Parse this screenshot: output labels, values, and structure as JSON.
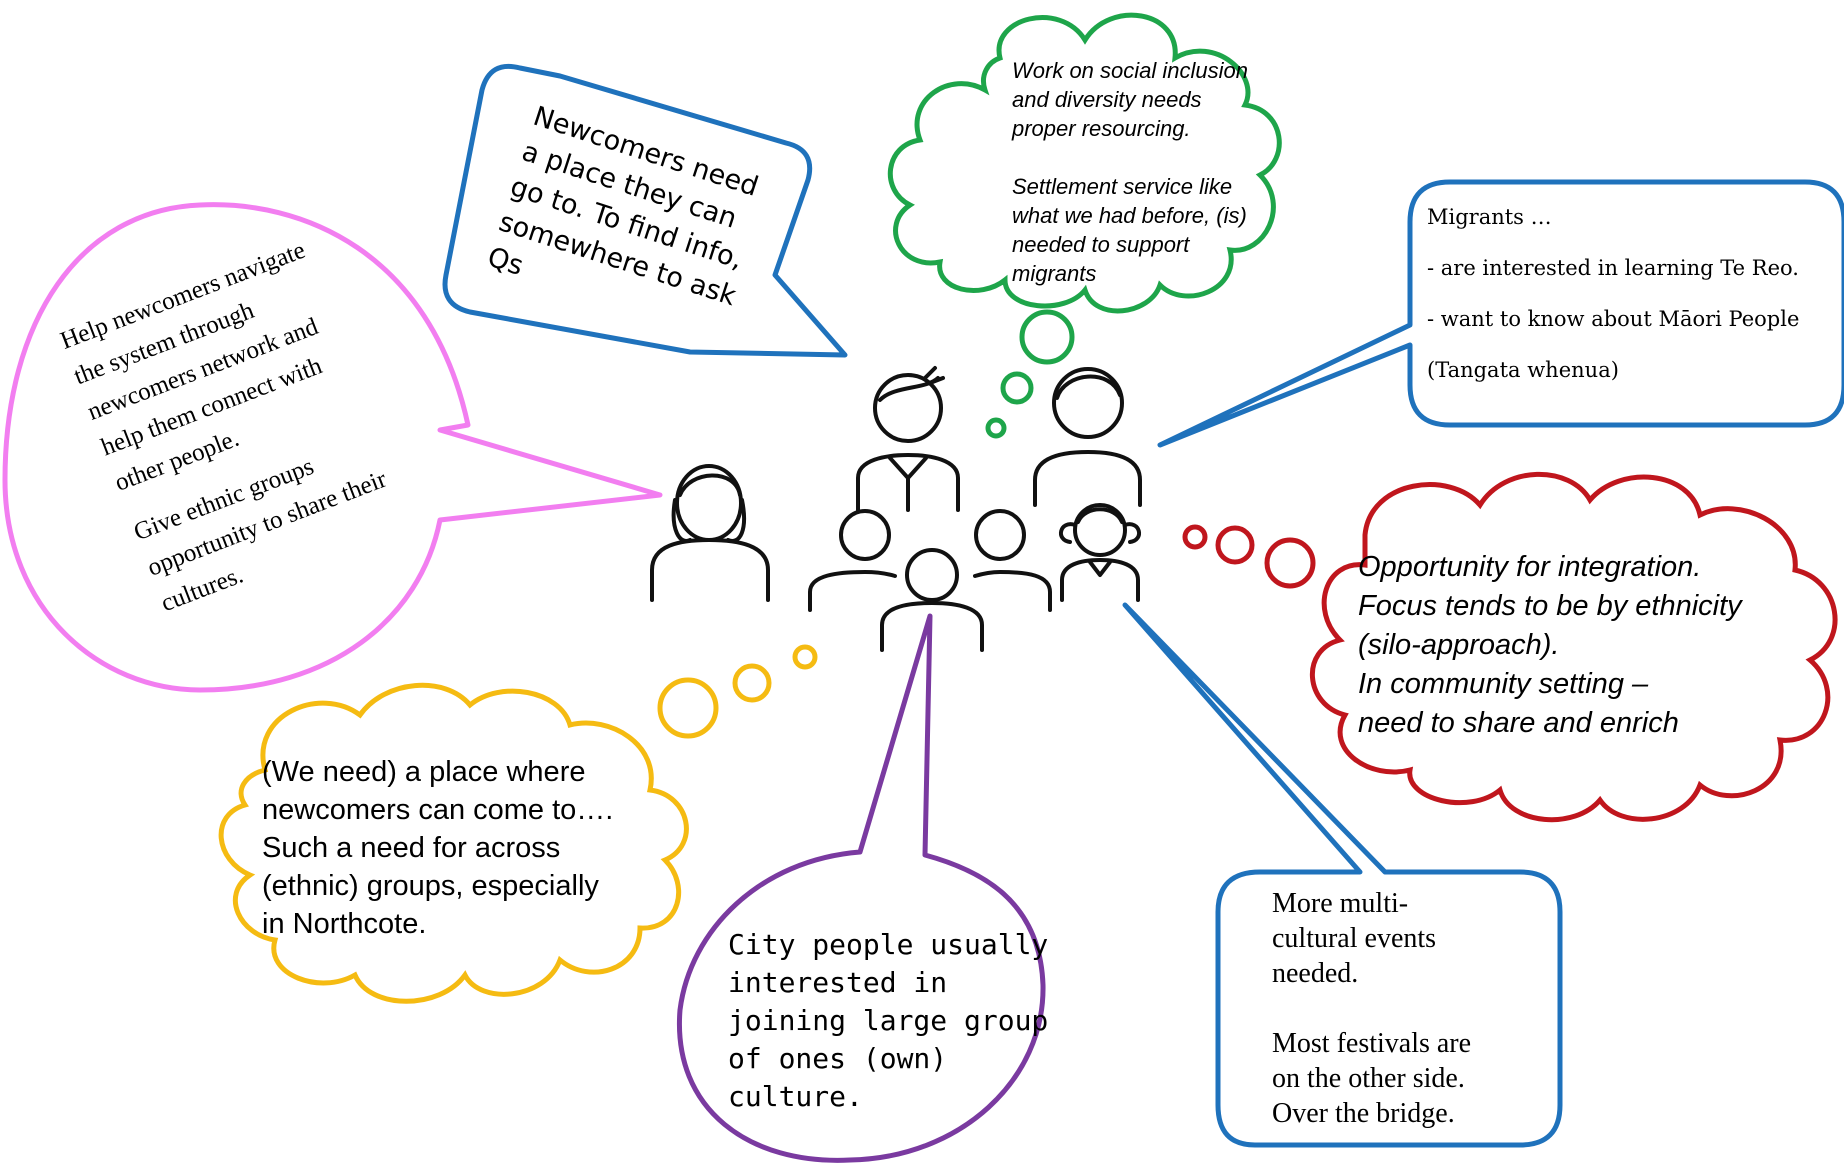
{
  "colors": {
    "blue": "#1f72bc",
    "green": "#1ea54a",
    "pink": "#f27ef0",
    "red": "#c0161d",
    "yellow": "#f5bb12",
    "purple": "#7a3aa0",
    "people": "#111111"
  },
  "icons": [
    "people-group-icon"
  ],
  "bubbles": {
    "newcomers_place": [
      "Newcomers need",
      "a place they can",
      "go to. To find info,",
      "somewhere to ask",
      "Qs"
    ],
    "social_inclusion": {
      "para1": [
        "Work on social inclusion",
        "and diversity needs",
        "proper resourcing."
      ],
      "para2": [
        "Settlement service like",
        "what we had before, (is)",
        "needed  to support",
        "migrants"
      ]
    },
    "migrants": [
      "Migrants …",
      "- are interested in learning Te Reo.",
      "- want to know about Māori People",
      "(Tangata whenua)"
    ],
    "help_newcomers": {
      "para1": [
        "Help newcomers navigate",
        "the system through",
        "newcomers network and",
        "help them connect with",
        "other people."
      ],
      "para2": [
        "Give ethnic groups",
        "opportunity to share their",
        "cultures."
      ]
    },
    "integration": [
      "Opportunity for integration.",
      "Focus tends to be by ethnicity",
      "(silo-approach).",
      "In community setting –",
      "need to share and enrich"
    ],
    "place_for_newcomers": [
      "(We need) a place where",
      "newcomers can come to….",
      "Such a need for across",
      "(ethnic) groups, especially",
      "in Northcote."
    ],
    "city_people": [
      "City people usually",
      "interested in",
      "joining large group",
      "of ones (own)",
      "culture."
    ],
    "multicultural_events": {
      "para1": [
        "More multi-",
        "cultural events",
        "needed."
      ],
      "para2": [
        "Most festivals are",
        "on the other side.",
        "Over the bridge."
      ]
    }
  }
}
